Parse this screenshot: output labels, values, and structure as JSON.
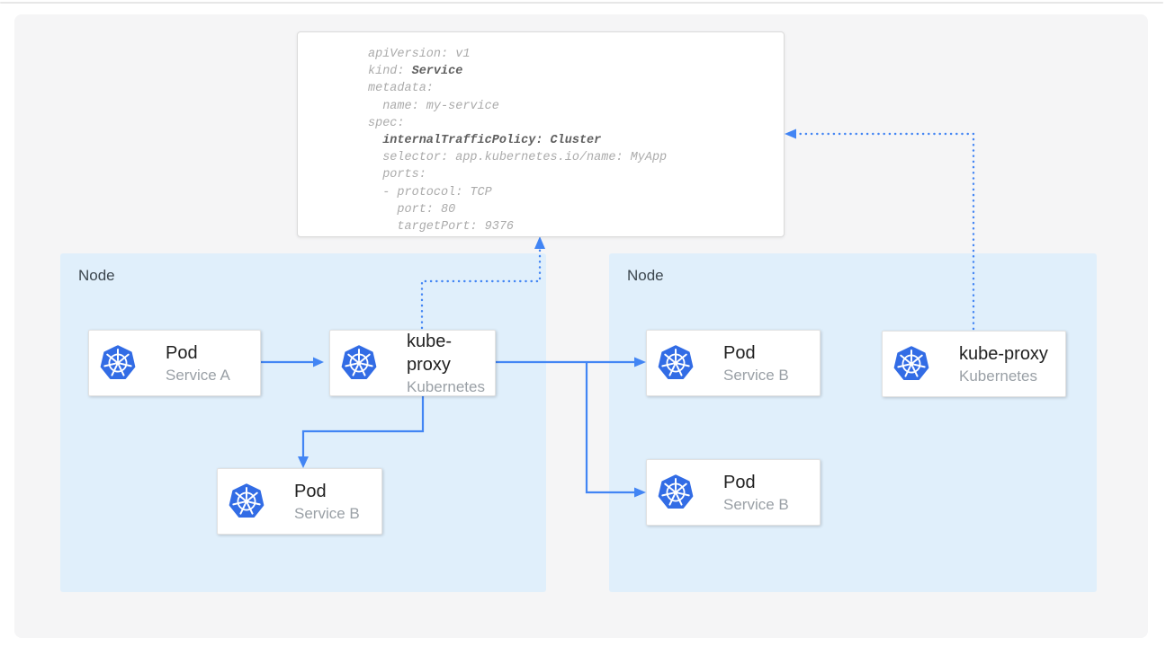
{
  "code_panel": {
    "lines": [
      [
        {
          "text": "apiVersion: v1",
          "bold": false
        }
      ],
      [
        {
          "text": "kind: ",
          "bold": false
        },
        {
          "text": "Service",
          "bold": true
        }
      ],
      [
        {
          "text": "metadata:",
          "bold": false
        }
      ],
      [
        {
          "text": "  name: my-service",
          "bold": false
        }
      ],
      [
        {
          "text": "spec:",
          "bold": false
        }
      ],
      [
        {
          "text": "  ",
          "bold": false
        },
        {
          "text": "internalTrafficPolicy: Cluster",
          "bold": true
        }
      ],
      [
        {
          "text": "  selector: app.kubernetes.io/name: MyApp",
          "bold": false
        }
      ],
      [
        {
          "text": "  ports:",
          "bold": false
        }
      ],
      [
        {
          "text": "  - protocol: TCP",
          "bold": false
        }
      ],
      [
        {
          "text": "    port: 80",
          "bold": false
        }
      ],
      [
        {
          "text": "    targetPort: 9376",
          "bold": false
        }
      ]
    ]
  },
  "nodes": [
    {
      "label": "Node"
    },
    {
      "label": "Node"
    }
  ],
  "cards": [
    {
      "title": "Pod",
      "subtitle": "Service A",
      "icon": "kubernetes-icon"
    },
    {
      "title": "kube-proxy",
      "subtitle": "Kubernetes",
      "icon": "kubernetes-icon"
    },
    {
      "title": "Pod",
      "subtitle": "Service B",
      "icon": "kubernetes-icon"
    },
    {
      "title": "Pod",
      "subtitle": "Service B",
      "icon": "kubernetes-icon"
    },
    {
      "title": "Pod",
      "subtitle": "Service B",
      "icon": "kubernetes-icon"
    },
    {
      "title": "kube-proxy",
      "subtitle": "Kubernetes",
      "icon": "kubernetes-icon"
    }
  ],
  "connections": [
    {
      "from": "pod-service-a",
      "to": "kube-proxy-node-1",
      "style": "solid-arrow"
    },
    {
      "from": "kube-proxy-node-1",
      "to": "pod-service-b-node-1",
      "style": "solid-arrow"
    },
    {
      "from": "kube-proxy-node-1",
      "to": "pod-service-b-node-2-top",
      "style": "solid-arrow"
    },
    {
      "from": "kube-proxy-node-1",
      "to": "pod-service-b-node-2-bottom",
      "style": "solid-arrow"
    },
    {
      "from": "kube-proxy-node-1",
      "to": "service-yaml-panel",
      "style": "dotted-arrow"
    },
    {
      "from": "kube-proxy-node-2",
      "to": "service-yaml-panel",
      "style": "dotted-arrow"
    }
  ],
  "colors": {
    "arrow_blue": "#4285f4",
    "kubernetes_blue": "#326ce5",
    "node_background": "#e0effb",
    "canvas_background": "#f5f5f6"
  }
}
